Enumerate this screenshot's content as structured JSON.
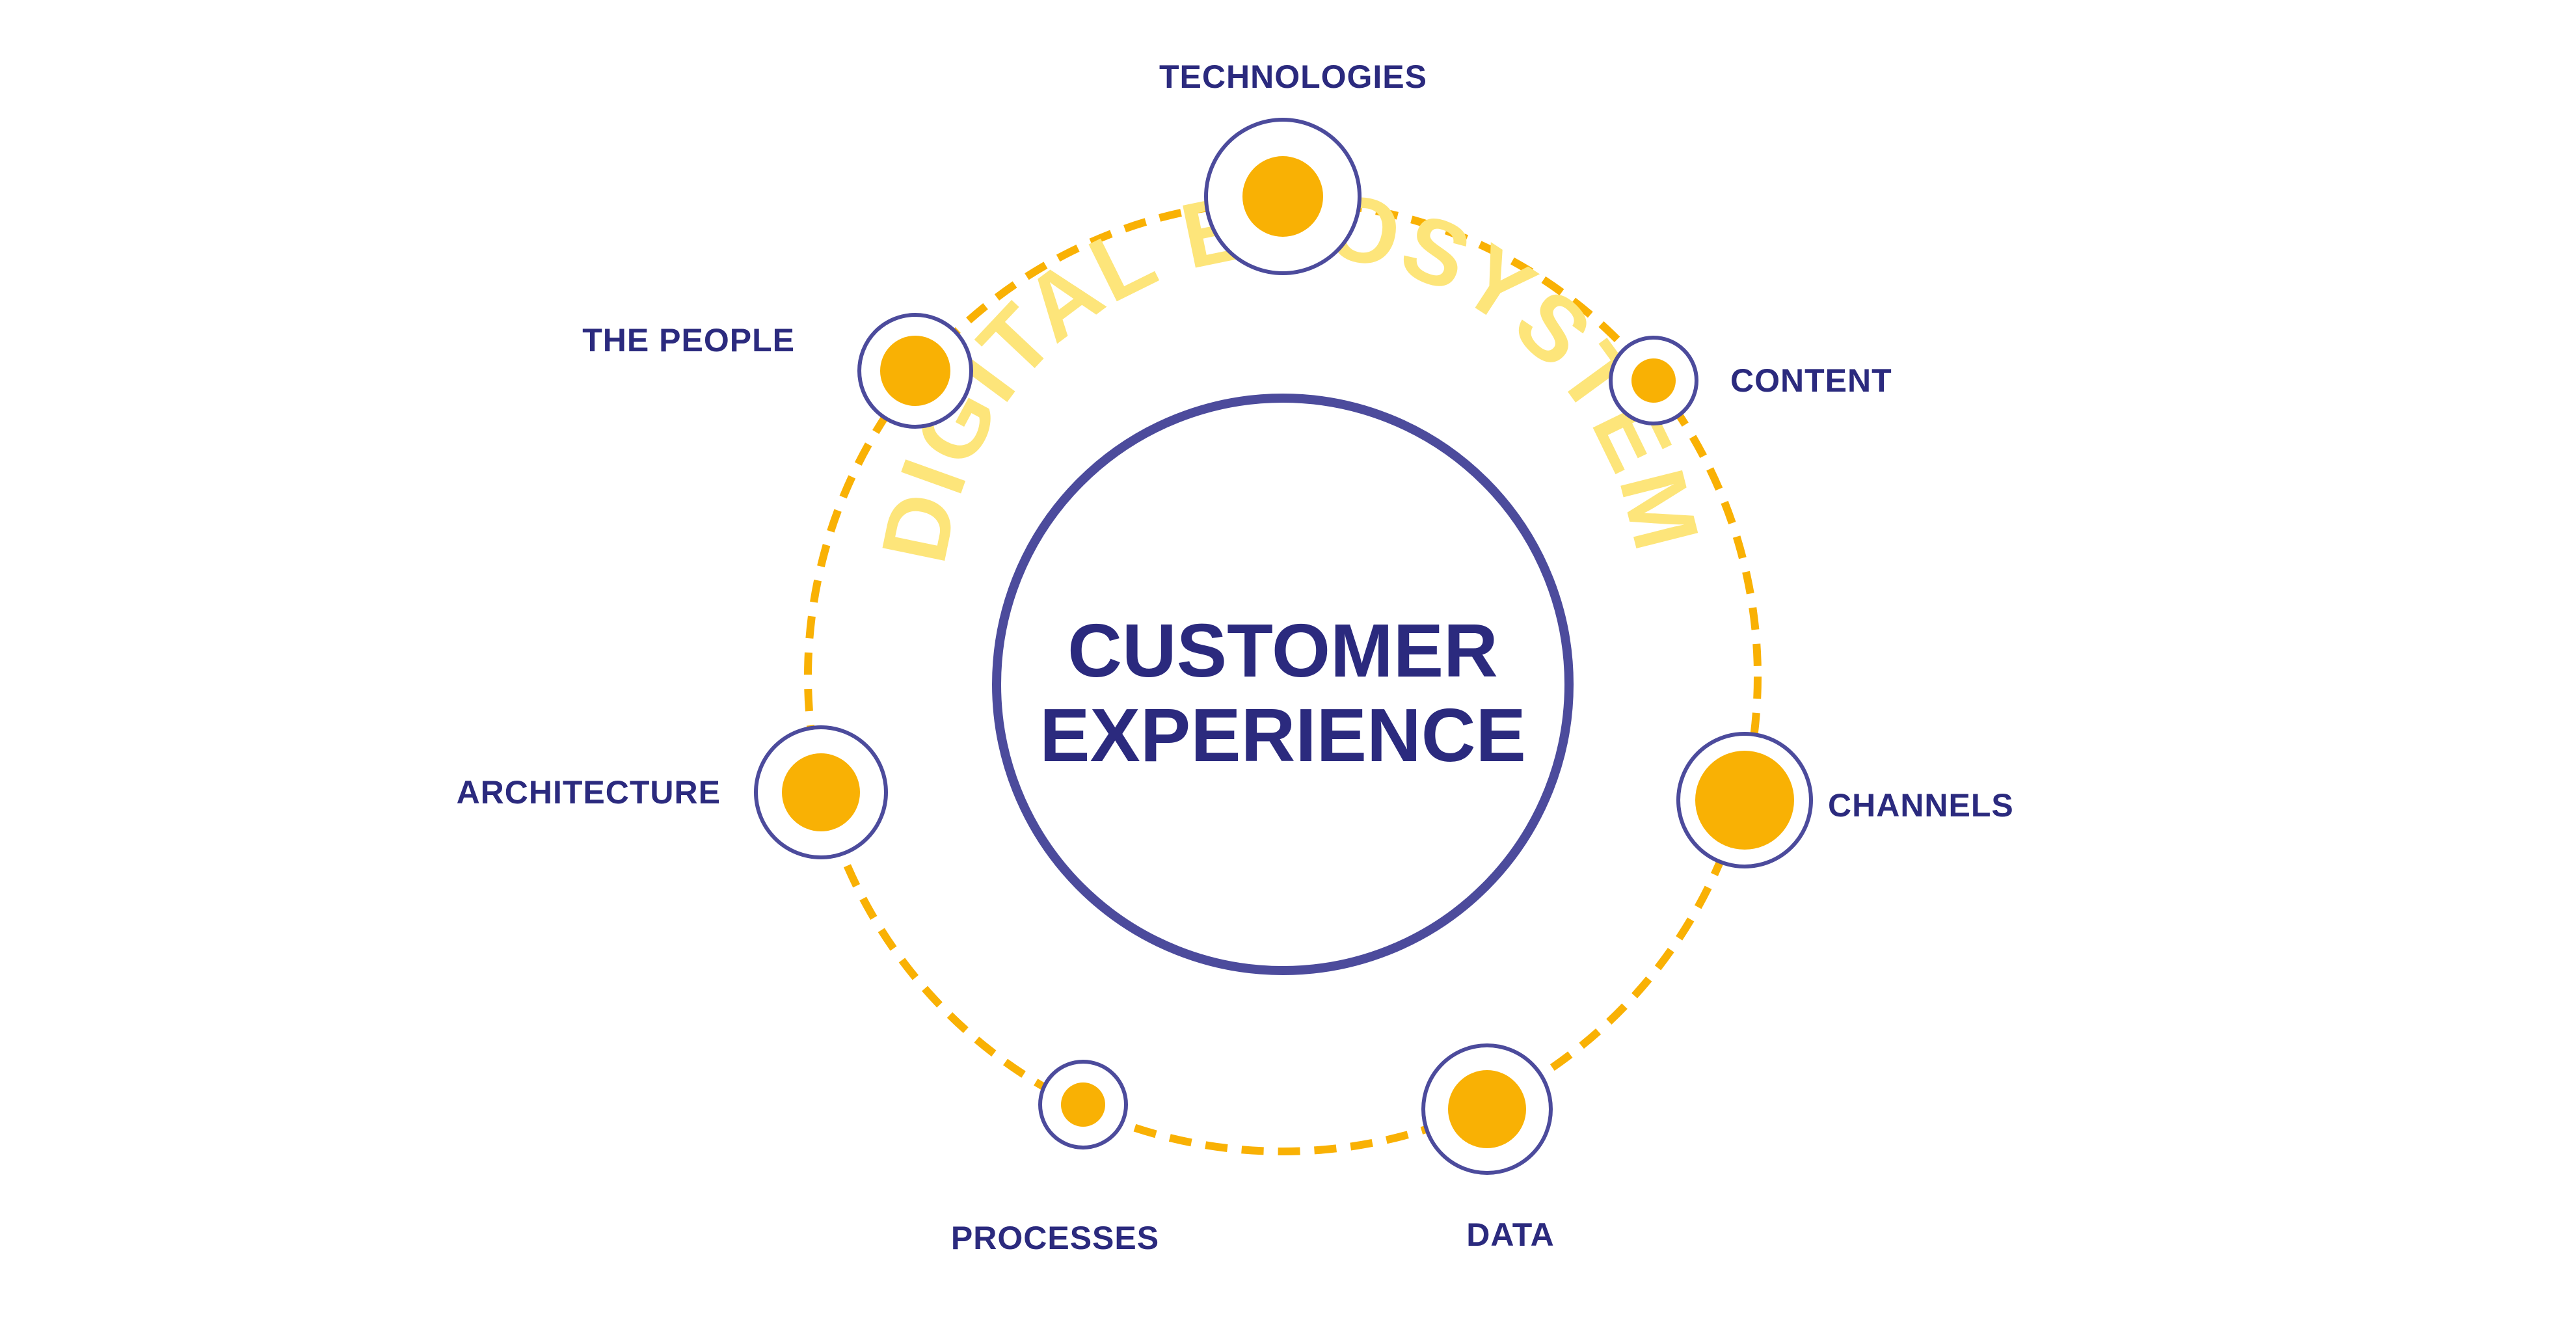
{
  "diagram": {
    "center": {
      "line1": "CUSTOMER",
      "line2": "EXPERIENCE"
    },
    "arc_label": "DIGITAL ECOSYSTEM",
    "nodes": [
      {
        "key": "technologies",
        "label": "TECHNOLOGIES"
      },
      {
        "key": "content",
        "label": "CONTENT"
      },
      {
        "key": "channels",
        "label": "CHANNELS"
      },
      {
        "key": "data",
        "label": "DATA"
      },
      {
        "key": "processes",
        "label": "PROCESSES"
      },
      {
        "key": "architecture",
        "label": "ARCHITECTURE"
      },
      {
        "key": "the-people",
        "label": "THE PEOPLE"
      }
    ]
  },
  "colors": {
    "navy": "#2b2a7e",
    "ring_purple": "#4c4b9c",
    "orange": "#f9b104",
    "light_yellow": "#fde57a",
    "background": "#ffffff"
  }
}
